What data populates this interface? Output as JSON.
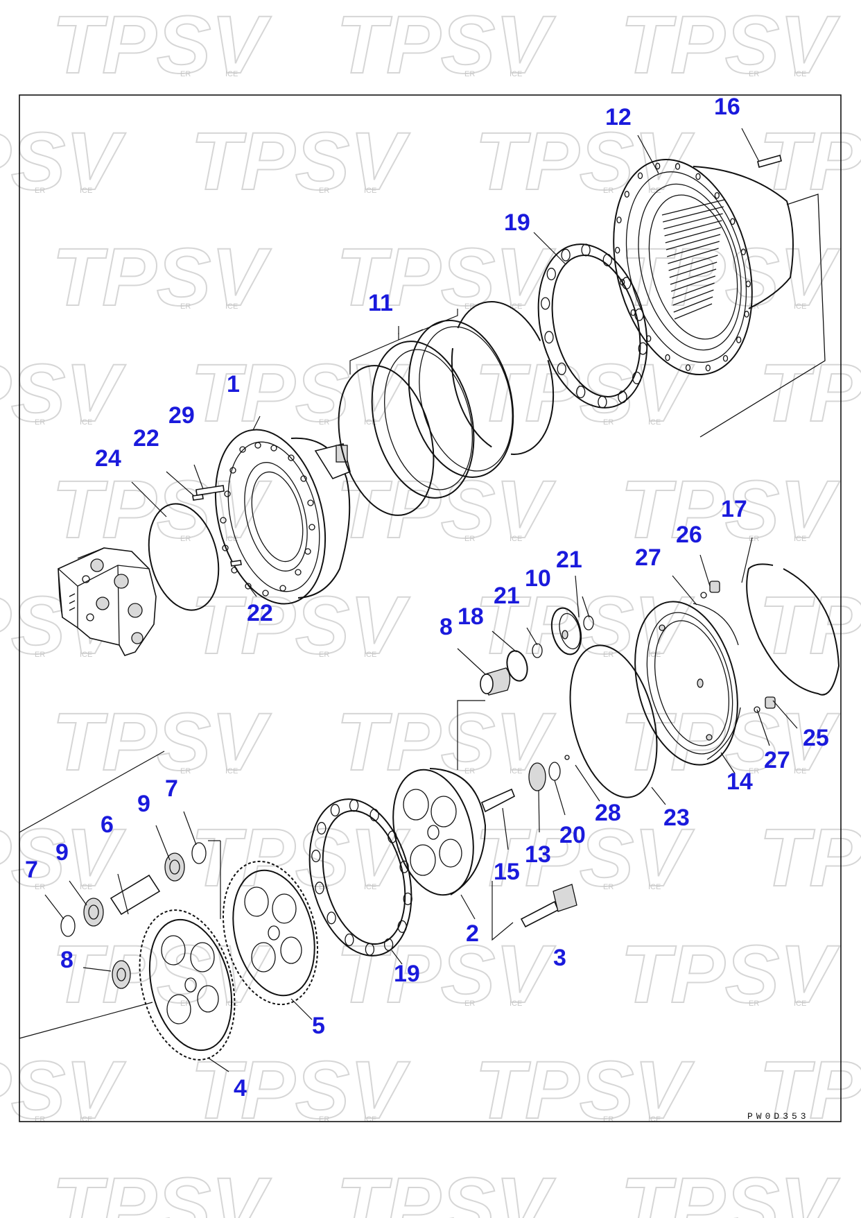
{
  "watermark": {
    "text": "TPSV",
    "sub_left": "ER",
    "sub_right": "ICE"
  },
  "drawing_code": "PW0D353",
  "callouts": [
    {
      "id": "c1",
      "label": "1"
    },
    {
      "id": "c2",
      "label": "2"
    },
    {
      "id": "c3",
      "label": "3"
    },
    {
      "id": "c4",
      "label": "4"
    },
    {
      "id": "c5",
      "label": "5"
    },
    {
      "id": "c6",
      "label": "6"
    },
    {
      "id": "c7a",
      "label": "7"
    },
    {
      "id": "c7b",
      "label": "7"
    },
    {
      "id": "c8a",
      "label": "8"
    },
    {
      "id": "c8b",
      "label": "8"
    },
    {
      "id": "c9a",
      "label": "9"
    },
    {
      "id": "c9b",
      "label": "9"
    },
    {
      "id": "c10",
      "label": "10"
    },
    {
      "id": "c11",
      "label": "11"
    },
    {
      "id": "c12",
      "label": "12"
    },
    {
      "id": "c13",
      "label": "13"
    },
    {
      "id": "c14",
      "label": "14"
    },
    {
      "id": "c15",
      "label": "15"
    },
    {
      "id": "c16",
      "label": "16"
    },
    {
      "id": "c17",
      "label": "17"
    },
    {
      "id": "c18",
      "label": "18"
    },
    {
      "id": "c19a",
      "label": "19"
    },
    {
      "id": "c19b",
      "label": "19"
    },
    {
      "id": "c20",
      "label": "20"
    },
    {
      "id": "c21a",
      "label": "21"
    },
    {
      "id": "c21b",
      "label": "21"
    },
    {
      "id": "c22a",
      "label": "22"
    },
    {
      "id": "c22b",
      "label": "22"
    },
    {
      "id": "c23",
      "label": "23"
    },
    {
      "id": "c24",
      "label": "24"
    },
    {
      "id": "c25",
      "label": "25"
    },
    {
      "id": "c26",
      "label": "26"
    },
    {
      "id": "c27a",
      "label": "27"
    },
    {
      "id": "c27b",
      "label": "27"
    },
    {
      "id": "c28",
      "label": "28"
    },
    {
      "id": "c29",
      "label": "29"
    }
  ],
  "colors": {
    "callout": "#1a1adc",
    "line": "#111111",
    "watermark": "#d6d6d6"
  }
}
